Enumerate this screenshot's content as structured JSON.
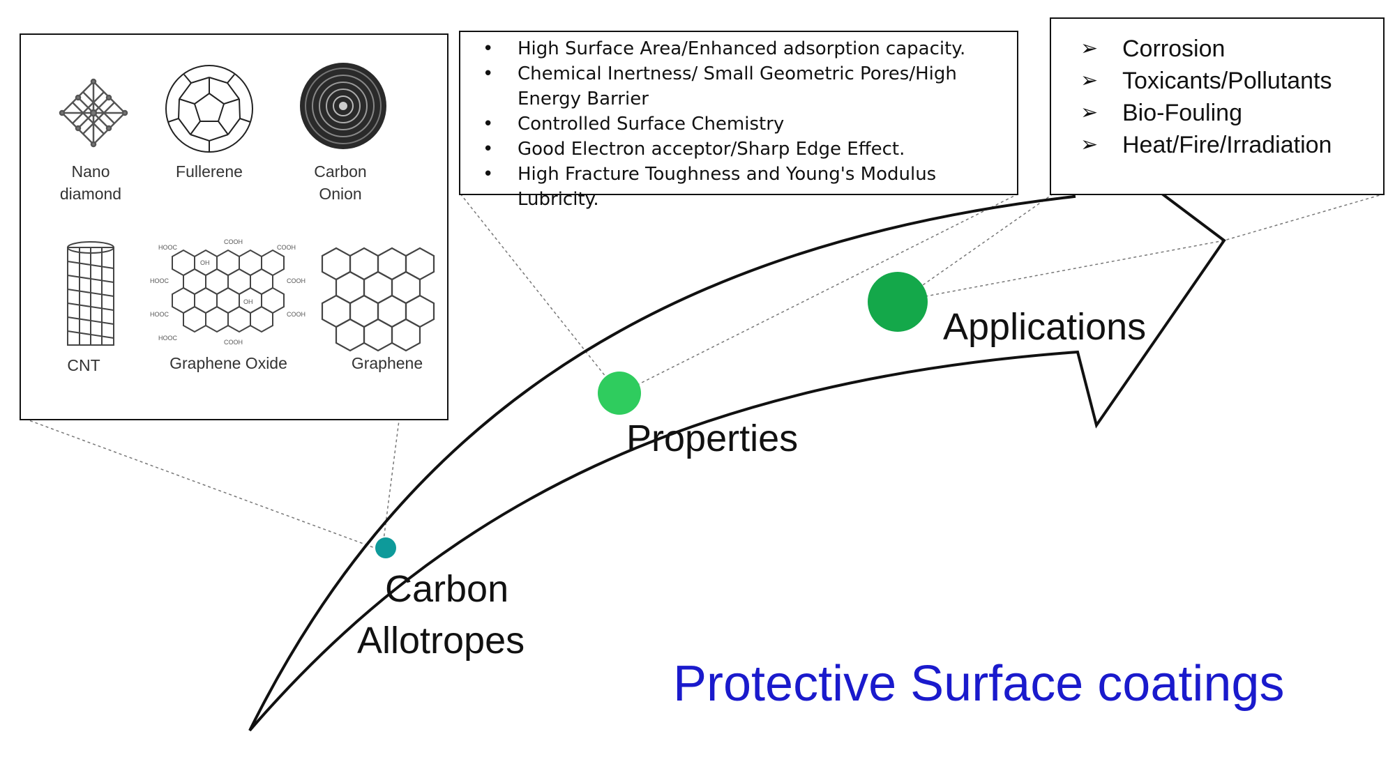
{
  "allotropes": {
    "nano_diamond": "Nano diamond",
    "fullerene": "Fullerene",
    "carbon_onion": "Carbon Onion",
    "cnt": "CNT",
    "graphene_oxide": "Graphene Oxide",
    "graphene": "Graphene",
    "go_groups": {
      "hooc": "HOOC",
      "cooh": "COOH",
      "oh": "OH"
    }
  },
  "properties": [
    "High Surface Area/Enhanced adsorption capacity.",
    "Chemical Inertness/ Small Geometric Pores/High Energy Barrier",
    "Controlled Surface Chemistry",
    "Good Electron acceptor/Sharp Edge Effect.",
    "High Fracture Toughness and Young's Modulus Lubricity."
  ],
  "applications": [
    "Corrosion",
    "Toxicants/Pollutants",
    "Bio-Fouling",
    "Heat/Fire/Irradiation"
  ],
  "stages": {
    "carbon": "Carbon",
    "allotropes": "Allotropes",
    "properties": "Properties",
    "applications": "Applications"
  },
  "title": "Protective Surface coatings",
  "colors": {
    "dot_carbon": "#0e9a9a",
    "dot_properties": "#2fcc5e",
    "dot_applications": "#14a84a",
    "title": "#1a1acc"
  }
}
